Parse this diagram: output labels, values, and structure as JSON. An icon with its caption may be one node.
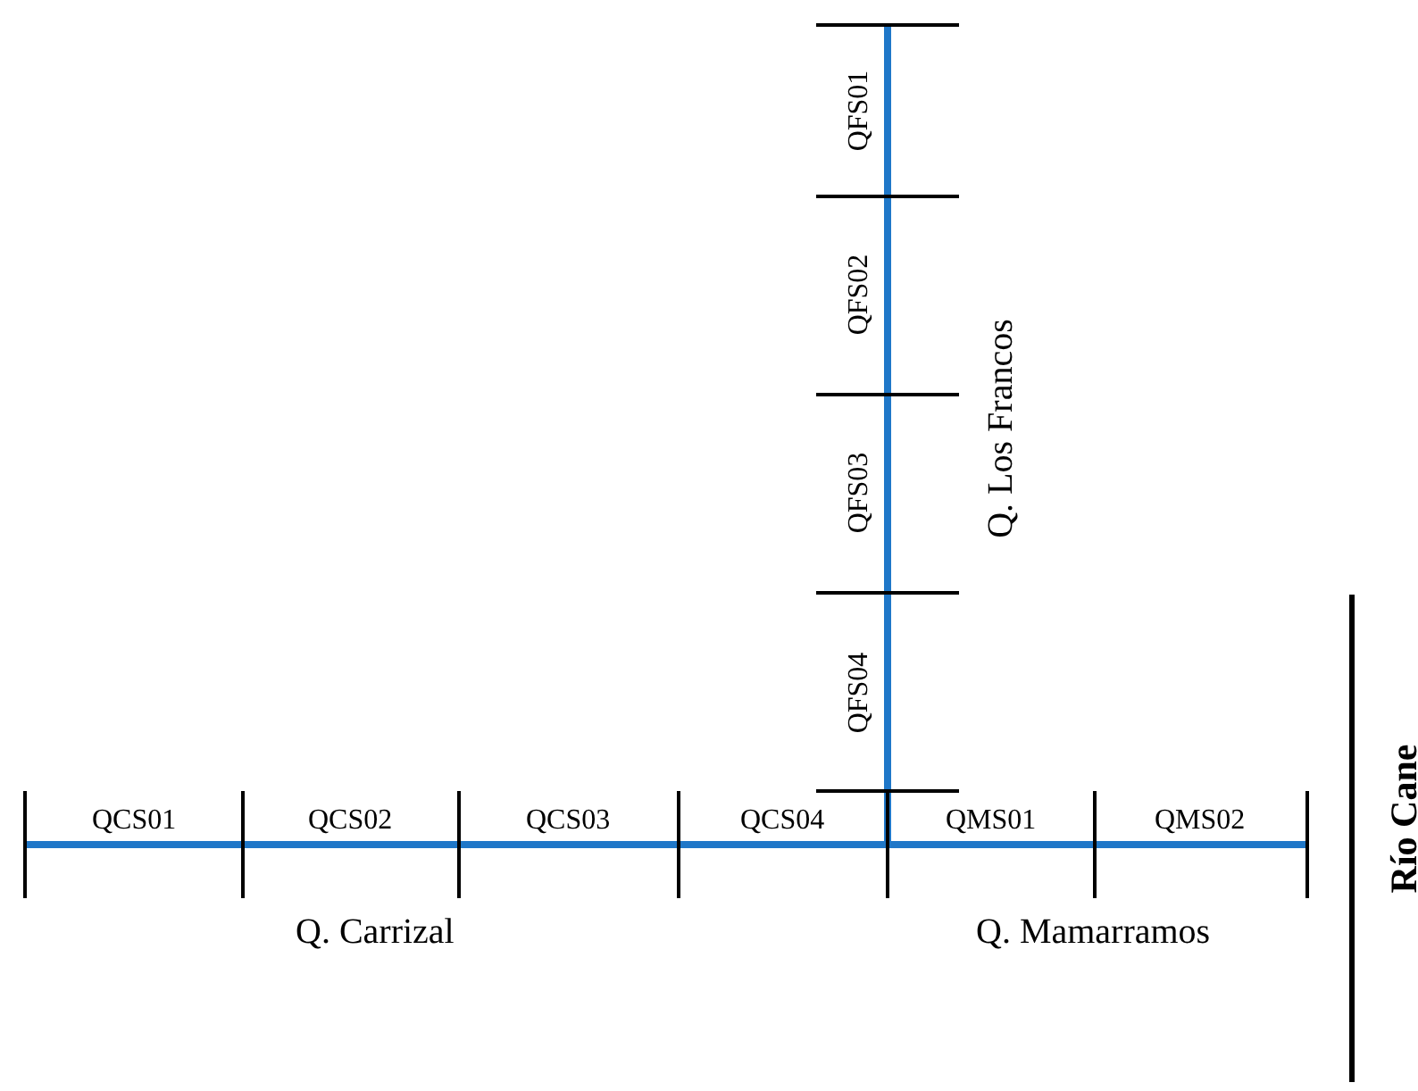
{
  "diagram": {
    "labels": [
      "QFS01",
      "QFS02",
      "QFS03",
      "QFS04",
      "Q.  Los Francos",
      "QCS01",
      "QCS02",
      "QCS03",
      "QCS04",
      "QMS01",
      "QMS02",
      "Q.  Carrizal",
      "Q.  Mamarramos",
      "Río Cane"
    ]
  }
}
